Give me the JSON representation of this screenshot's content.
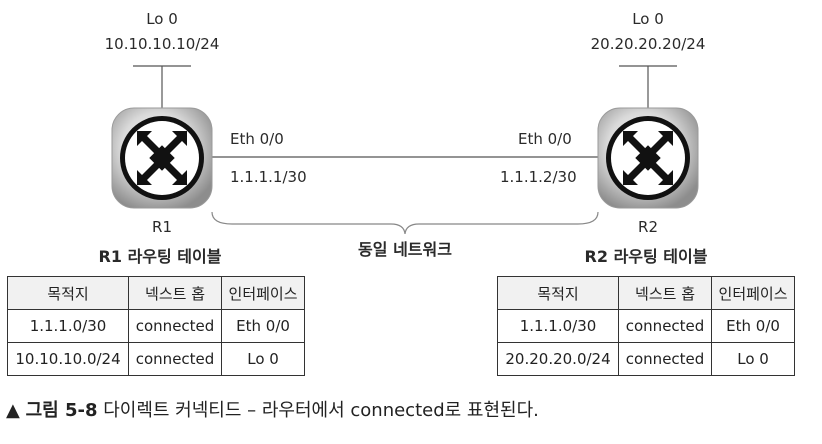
{
  "routers": {
    "r1": {
      "name": "R1",
      "loopback_label": "Lo 0",
      "loopback_ip": "10.10.10.10/24",
      "interface": "Eth 0/0",
      "interface_ip": "1.1.1.1/30",
      "table_title": "R1 라우팅 테이블"
    },
    "r2": {
      "name": "R2",
      "loopback_label": "Lo 0",
      "loopback_ip": "20.20.20.20/24",
      "interface": "Eth 0/0",
      "interface_ip": "1.1.1.2/30",
      "table_title": "R2 라우팅 테이블"
    }
  },
  "network_label": "동일 네트워크",
  "table_headers": [
    "목적지",
    "넥스트 홉",
    "인터페이스"
  ],
  "r1_table": [
    [
      "1.1.1.0/30",
      "connected",
      "Eth 0/0"
    ],
    [
      "10.10.10.0/24",
      "connected",
      "Lo 0"
    ]
  ],
  "r2_table": [
    [
      "1.1.1.0/30",
      "connected",
      "Eth 0/0"
    ],
    [
      "20.20.20.0/24",
      "connected",
      "Lo 0"
    ]
  ],
  "caption": {
    "marker": "▲",
    "figure": "그림 5-8",
    "text": "다이렉트 커넥티드 – 라우터에서 connected로 표현된다."
  }
}
